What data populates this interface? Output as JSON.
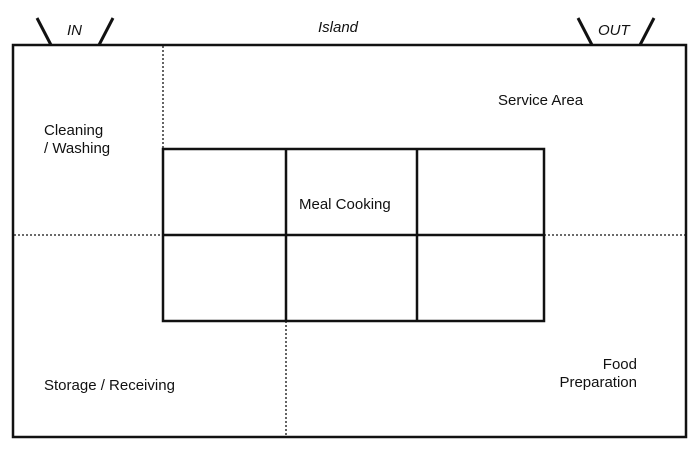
{
  "diagram": {
    "doors": {
      "in_label": "IN",
      "out_label": "OUT"
    },
    "island_label": "Island",
    "zones": {
      "cleaning_line1": "Cleaning",
      "cleaning_line2": "/ Washing",
      "service": "Service Area",
      "meal_cooking": "Meal Cooking",
      "storage": "Storage / Receiving",
      "food_line1": "Food",
      "food_line2": "Preparation"
    },
    "colors": {
      "stroke": "#111111",
      "background": "#ffffff"
    }
  }
}
